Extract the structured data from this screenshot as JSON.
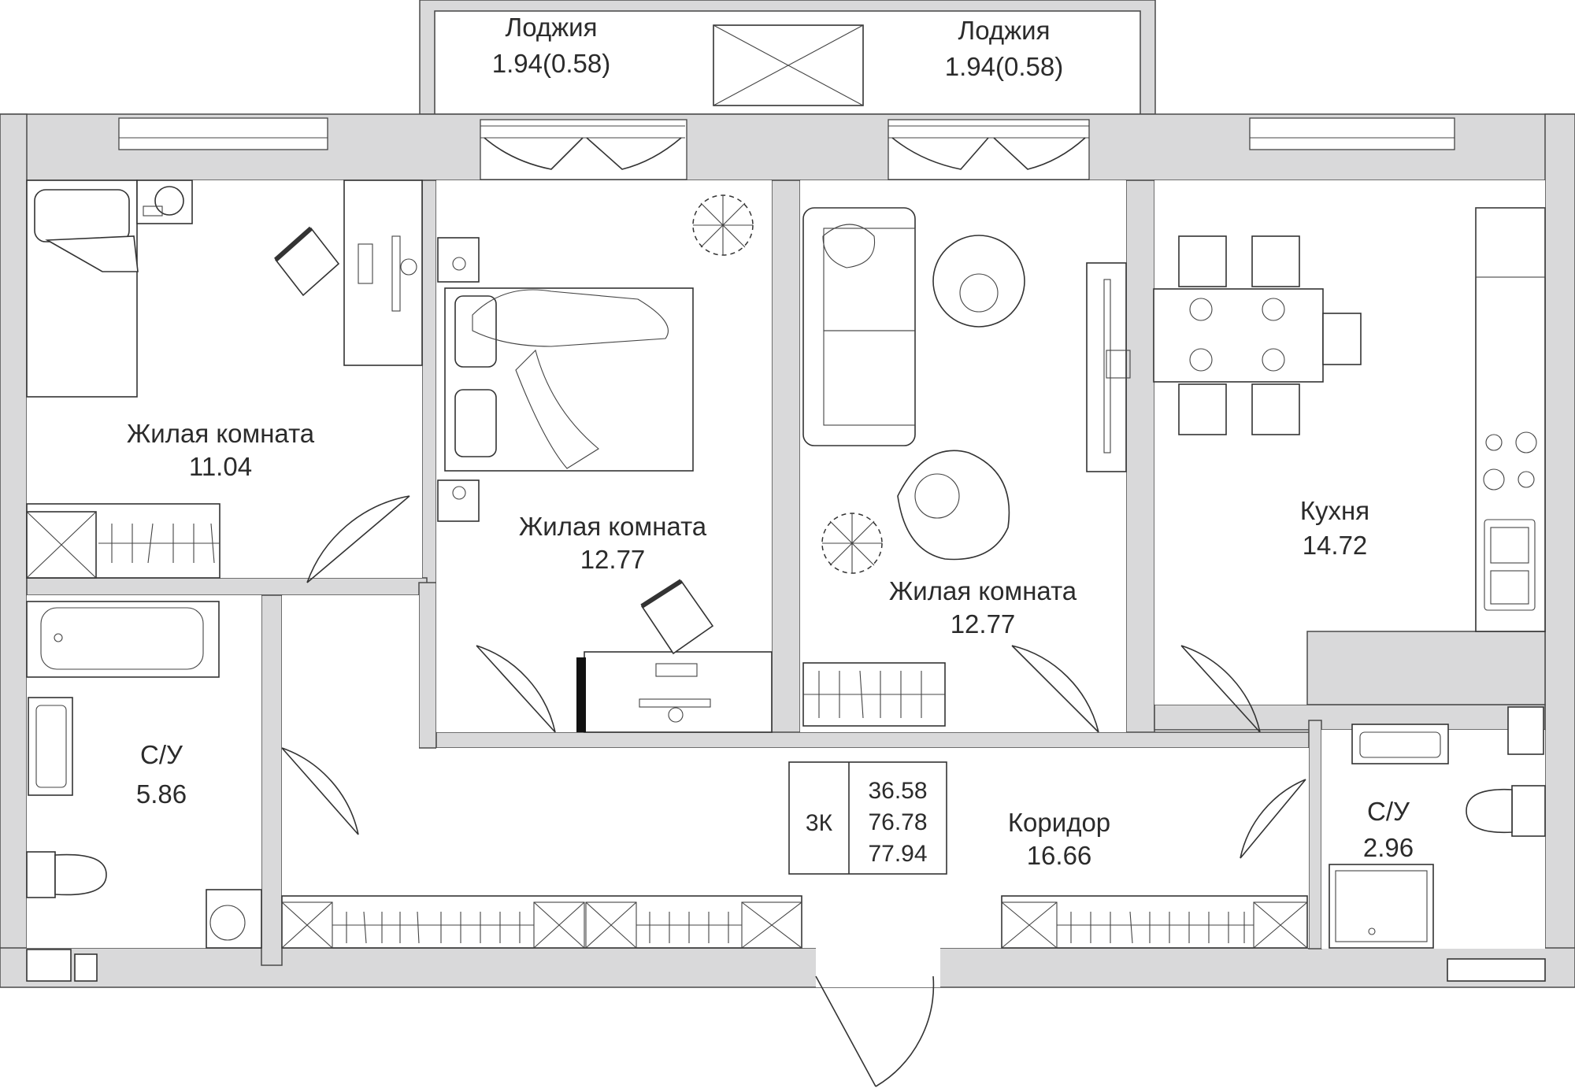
{
  "rooms": {
    "loggia_left": {
      "name": "Лоджия",
      "area": "1.94(0.58)"
    },
    "loggia_right": {
      "name": "Лоджия",
      "area": "1.94(0.58)"
    },
    "bedroom_left": {
      "name": "Жилая комната",
      "area": "11.04"
    },
    "bedroom_middle": {
      "name": "Жилая комната",
      "area": "12.77"
    },
    "living_room": {
      "name": "Жилая комната",
      "area": "12.77"
    },
    "kitchen": {
      "name": "Кухня",
      "area": "14.72"
    },
    "bathroom_left": {
      "name": "С/У",
      "area": "5.86"
    },
    "bathroom_right": {
      "name": "С/У",
      "area": "2.96"
    },
    "corridor": {
      "name": "Коридор",
      "area": "16.66"
    }
  },
  "summary": {
    "type": "3К",
    "living_area": "36.58",
    "total_area": "76.78",
    "total_with_loggia": "77.94"
  }
}
